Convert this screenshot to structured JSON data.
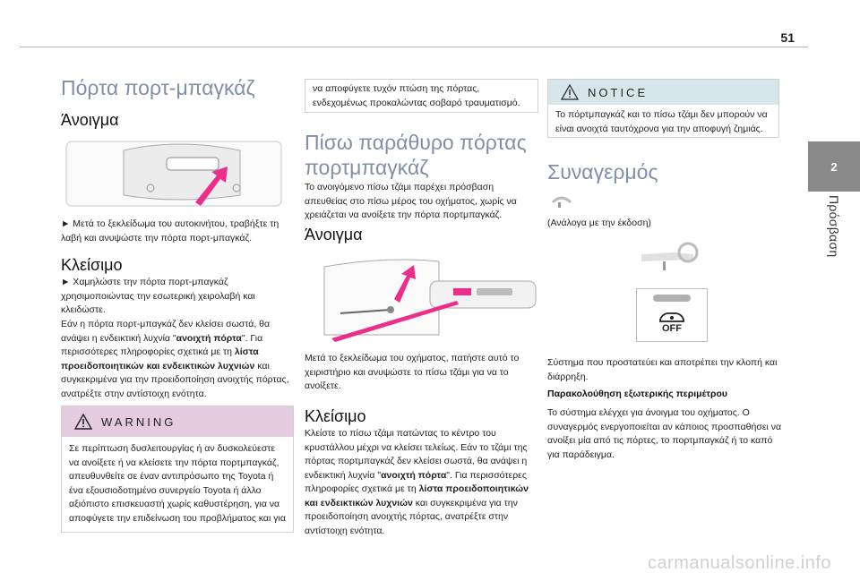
{
  "page_number": "51",
  "side_tab": {
    "number": "2",
    "label": "Πρόσβαση"
  },
  "col1": {
    "title": "Πόρτα πορτ-μπαγκάζ",
    "open_heading": "Άνοιγμα",
    "open_text": "► Μετά το ξεκλείδωμα του αυτοκινήτου, τραβήξτε τη λαβή και ανυψώστε την πόρτα πορτ-μπαγκάζ.",
    "close_heading": "Κλείσιμο",
    "close_p1": "► Χαμηλώστε την πόρτα πορτ-μπαγκάζ χρησιμοποιώντας την εσωτερική χειρολαβή και κλειδώστε.",
    "close_p2_a": "Εάν η πόρτα πορτ-μπαγκάζ δεν κλείσει σωστά, θα ανάψει η ενδεικτική λυχνία \"",
    "close_p2_bold1": "ανοιχτή πόρτα",
    "close_p2_b": "\". Για περισσότερες πληροφορίες σχετικά με τη ",
    "close_p2_bold2": "λίστα προειδοποιητικών και ενδεικτικών λυχνιών",
    "close_p2_c": " και συγκεκριμένα για την προειδοποίηση ανοιχτής πόρτας, ανατρέξτε στην αντίστοιχη ενότητα.",
    "warning_label": "WARNING",
    "warning_text": "Σε περίπτωση δυσλειτουργίας ή αν δυσκολεύεστε να ανοίξετε ή να κλείσετε την πόρτα πορτμπαγκάζ, απευθυνθείτε σε έναν αντιπρόσωπο της Toyota ή ένα εξουσιοδοτημένο συνεργείο Toyota ή άλλο αξιόπιστο επισκευαστή χωρίς καθυστέρηση, για να αποφύγετε την επιδείνωση του προβλήματος και για"
  },
  "col2": {
    "continued_text": "να αποφύγετε τυχόν πτώση της πόρτας, ενδεχομένως προκαλώντας σοβαρό τραυματισμό.",
    "title_line1": "Πίσω παράθυρο πόρτας",
    "title_line2": "πορτμπαγκάζ",
    "intro": "Το ανοιγόμενο πίσω τζάμι παρέχει πρόσβαση απευθείας στο πίσω μέρος του οχήματος, χωρίς να χρειάζεται να ανοίξετε την πόρτα πορτμπαγκάζ.",
    "open_heading": "Άνοιγμα",
    "open_text": "Μετά το ξεκλείδωμα του οχήματος, πατήστε αυτό το χειριστήριο και ανυψώστε το πίσω τζάμι για να το ανοίξετε.",
    "close_heading": "Κλείσιμο",
    "close_a": "Κλείστε το πίσω τζάμι πατώντας το κέντρο του κρυστάλλου μέχρι να κλείσει τελείως. Εάν το τζάμι της πόρτας πορτμπαγκάζ δεν κλείσει σωστά, θα ανάψει η ενδεικτική λυχνία \"",
    "close_bold1": "ανοιχτή πόρτα",
    "close_b": "\". Για περισσότερες πληροφορίες σχετικά με τη ",
    "close_bold2": "λίστα προειδοποιητικών και ενδεικτικών λυχνιών",
    "close_c": " και συγκεκριμένα για την προειδοποίηση ανοιχτής πόρτας, ανατρέξτε στην αντίστοιχη ενότητα."
  },
  "col3": {
    "notice_label": "NOTICE",
    "notice_text": "Το πόρτμπαγκάζ και το πίσω τζάμι δεν μπορούν να είναι ανοιχτά ταυτόχρονα για την αποφυγή ζημιάς.",
    "title": "Συναγερμός",
    "version_note": "(Ανάλογα με την έκδοση)",
    "off_label": "OFF",
    "desc": "Σύστημα που προστατεύει και αποτρέπει την κλοπή και διάρρηξη.",
    "monitor_heading": "Παρακολούθηση εξωτερικής περιμέτρου",
    "monitor_text": "Το σύστημα ελέγχει για άνοιγμα του οχήματος. Ο συναγερμός ενεργοποιείται αν κάποιος προσπαθήσει να ανοίξει μία από τις πόρτες, το πορτμπαγκάζ ή το καπό για παράδειγμα."
  },
  "watermark": "carmanualsonline.info",
  "colors": {
    "heading_blue": "#7f8fa8",
    "warning_pink": "#e4cbe0",
    "notice_blue": "#d7e6ea",
    "arrow_pink": "#ec2d8c"
  }
}
